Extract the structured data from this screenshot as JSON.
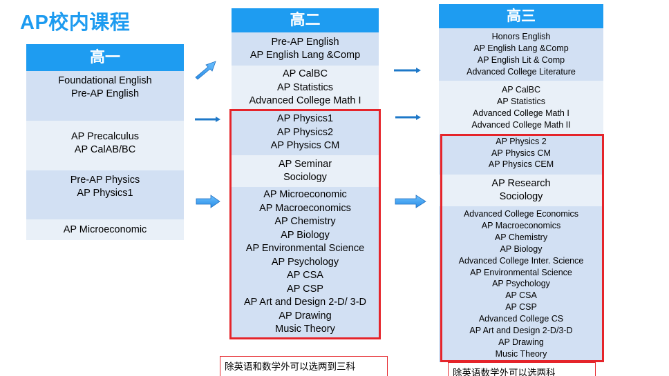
{
  "title": "AP校内课程",
  "grade1": {
    "header": "高一",
    "cells": [
      [
        "Foundational English",
        "Pre-AP English"
      ],
      [
        "AP Precalculus",
        "AP CalAB/BC"
      ],
      [
        "Pre-AP Physics",
        "AP Physics1"
      ],
      [
        "AP Microeconomic"
      ]
    ]
  },
  "grade2": {
    "header": "高二",
    "cells": [
      [
        "Pre-AP English",
        "AP English Lang &Comp"
      ],
      [
        "AP CalBC",
        "AP Statistics",
        "Advanced College Math I"
      ],
      [
        "AP Physics1",
        "AP Physics2",
        "AP Physics CM"
      ],
      [
        "AP Seminar",
        "Sociology"
      ],
      [
        "AP Microeconomic",
        "AP Macroeconomics",
        "AP Chemistry",
        "AP Biology",
        "AP Environmental Science",
        "AP Psychology",
        "AP CSA",
        "AP CSP",
        "AP Art and Design 2-D/ 3-D",
        "AP Drawing",
        "Music Theory"
      ]
    ],
    "note": "除英语和数学外可以选两到三科"
  },
  "grade3": {
    "header": "高三",
    "cells": [
      [
        "Honors English",
        "AP English Lang &Comp",
        "AP English Lit & Comp",
        "Advanced College Literature"
      ],
      [
        "AP CalBC",
        "AP Statistics",
        "Advanced College Math I",
        "Advanced College Math II"
      ],
      [
        "AP Physics 2",
        "AP Physics CM",
        "AP Physics CEM"
      ],
      [
        "AP Research",
        "Sociology"
      ],
      [
        "Advanced College Economics",
        "AP Macroeconomics",
        "AP Chemistry",
        "AP Biology",
        "Advanced College Inter. Science",
        "AP Environmental Science",
        "AP Psychology",
        "AP CSA",
        "AP CSP",
        "Advanced College CS",
        "AP Art and Design 2-D/3-D",
        "AP Drawing",
        "Music Theory"
      ]
    ],
    "note": "除英语数学外可以选两科"
  },
  "colors": {
    "header_blue": "#1e9cf1",
    "title_blue": "#1d9bf0",
    "cell_dark": "#d2e0f3",
    "cell_light": "#e9f0f8",
    "highlight_red": "#e5242a"
  }
}
